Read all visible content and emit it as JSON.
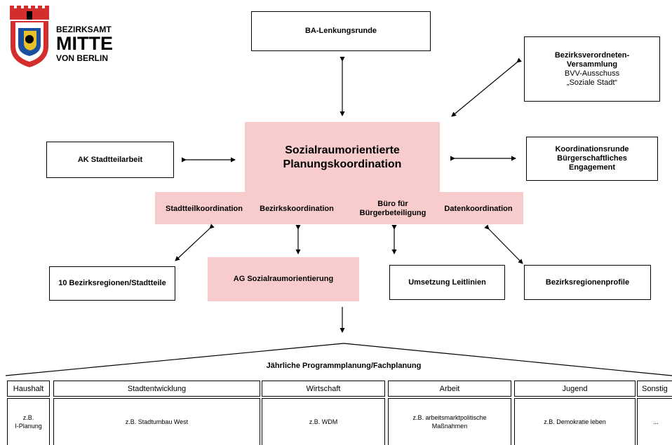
{
  "logo": {
    "line1": "BEZIRKSAMT",
    "line2": "MITTE",
    "line3": "VON BERLIN"
  },
  "top_box": "BA-Lenkungsrunde",
  "bvv_box": {
    "title1": "Bezirksverordneten-",
    "title2": "Versammlung",
    "sub1": "BVV-Ausschuss",
    "sub2": "„Soziale Stadt“"
  },
  "ak_box": "AK Stadtteilarbeit",
  "center": {
    "title1": "Sozialraumorientierte",
    "title2": "Planungskoordination"
  },
  "koord_box": {
    "l1": "Koordinationsrunde",
    "l2": "Bürgerschaftliches",
    "l3": "Engagement"
  },
  "sub_labels": {
    "stadtteil": "Stadtteilkoordination",
    "bezirk": "Bezirkskoordination",
    "buero1": "Büro für",
    "buero2": "Bürgerbeteiligung",
    "daten": "Datenkoordination"
  },
  "regionen_box": "10 Bezirksregionen/Stadtteile",
  "ag_box": "AG Sozialraumorientierung",
  "leitlinien_box": "Umsetzung Leitlinien",
  "profile_box": "Bezirksregionenprofile",
  "program_title": "Jährliche Programmplanung/Fachplanung",
  "table": {
    "headers": [
      "Haushalt",
      "Stadtentwicklung",
      "Wirtschaft",
      "Arbeit",
      "Jugend",
      "Sonstig"
    ],
    "cells": [
      "z.B.\nI-Planung",
      "z.B. Stadtumbau West",
      "z.B. WDM",
      "z.B. arbeitsmarktpolitische\nMaßnahmen",
      "z.B. Demokratie leben",
      "..."
    ]
  },
  "colors": {
    "pink": "#f8cccc",
    "logo_red": "#d42d2d",
    "logo_gold": "#e8c12a"
  }
}
